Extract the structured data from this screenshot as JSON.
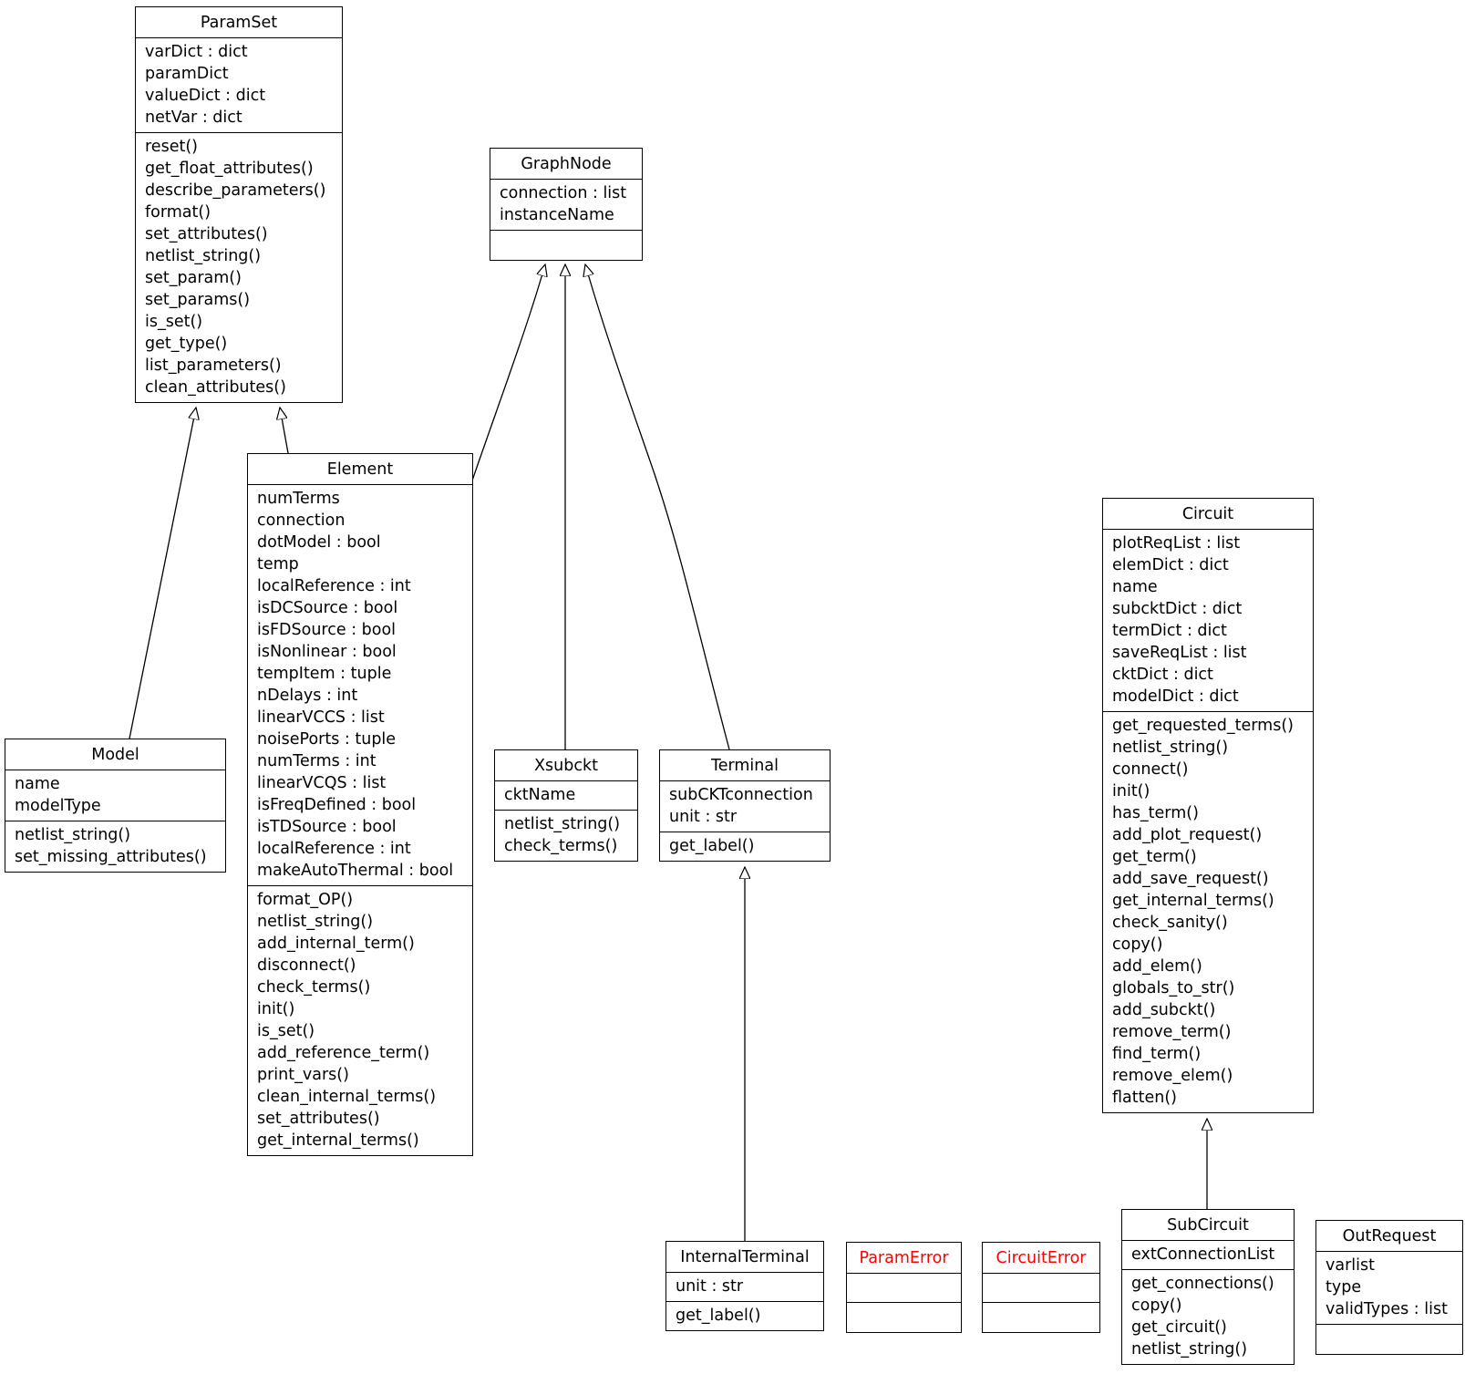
{
  "classes": [
    {
      "id": "ParamSet",
      "name": "ParamSet",
      "exception": false,
      "attributes": [
        "varDict : dict",
        "paramDict",
        "valueDict : dict",
        "netVar : dict"
      ],
      "methods": [
        "reset()",
        "get_float_attributes()",
        "describe_parameters()",
        "format()",
        "set_attributes()",
        "netlist_string()",
        "set_param()",
        "set_params()",
        "is_set()",
        "get_type()",
        "list_parameters()",
        "clean_attributes()"
      ]
    },
    {
      "id": "GraphNode",
      "name": "GraphNode",
      "exception": false,
      "attributes": [
        "connection : list",
        "instanceName"
      ],
      "methods": []
    },
    {
      "id": "Element",
      "name": "Element",
      "exception": false,
      "attributes": [
        "numTerms",
        "connection",
        "dotModel : bool",
        "temp",
        "localReference : int",
        "isDCSource : bool",
        "isFDSource : bool",
        "isNonlinear : bool",
        "tempItem : tuple",
        "nDelays : int",
        "linearVCCS : list",
        "noisePorts : tuple",
        "numTerms : int",
        "linearVCQS : list",
        "isFreqDefined : bool",
        "isTDSource : bool",
        "localReference : int",
        "makeAutoThermal : bool"
      ],
      "methods": [
        "format_OP()",
        "netlist_string()",
        "add_internal_term()",
        "disconnect()",
        "check_terms()",
        "init()",
        "is_set()",
        "add_reference_term()",
        "print_vars()",
        "clean_internal_terms()",
        "set_attributes()",
        "get_internal_terms()"
      ]
    },
    {
      "id": "Model",
      "name": "Model",
      "exception": false,
      "attributes": [
        "name",
        "modelType"
      ],
      "methods": [
        "netlist_string()",
        "set_missing_attributes()"
      ]
    },
    {
      "id": "Xsubckt",
      "name": "Xsubckt",
      "exception": false,
      "attributes": [
        "cktName"
      ],
      "methods": [
        "netlist_string()",
        "check_terms()"
      ]
    },
    {
      "id": "Terminal",
      "name": "Terminal",
      "exception": false,
      "attributes": [
        "subCKTconnection",
        "unit : str"
      ],
      "methods": [
        "get_label()"
      ]
    },
    {
      "id": "Circuit",
      "name": "Circuit",
      "exception": false,
      "attributes": [
        "plotReqList : list",
        "elemDict : dict",
        "name",
        "subcktDict : dict",
        "termDict : dict",
        "saveReqList : list",
        "cktDict : dict",
        "modelDict : dict"
      ],
      "methods": [
        "get_requested_terms()",
        "netlist_string()",
        "connect()",
        "init()",
        "has_term()",
        "add_plot_request()",
        "get_term()",
        "add_save_request()",
        "get_internal_terms()",
        "check_sanity()",
        "copy()",
        "add_elem()",
        "globals_to_str()",
        "add_subckt()",
        "remove_term()",
        "find_term()",
        "remove_elem()",
        "flatten()"
      ]
    },
    {
      "id": "InternalTerminal",
      "name": "InternalTerminal",
      "exception": false,
      "attributes": [
        "unit : str"
      ],
      "methods": [
        "get_label()"
      ]
    },
    {
      "id": "ParamError",
      "name": "ParamError",
      "exception": true,
      "attributes": [],
      "methods": []
    },
    {
      "id": "CircuitError",
      "name": "CircuitError",
      "exception": true,
      "attributes": [],
      "methods": []
    },
    {
      "id": "SubCircuit",
      "name": "SubCircuit",
      "exception": false,
      "attributes": [
        "extConnectionList"
      ],
      "methods": [
        "get_connections()",
        "copy()",
        "get_circuit()",
        "netlist_string()"
      ]
    },
    {
      "id": "OutRequest",
      "name": "OutRequest",
      "exception": false,
      "attributes": [
        "varlist",
        "type",
        "validTypes : list"
      ],
      "methods": []
    }
  ],
  "inheritance": [
    {
      "child": "Model",
      "parent": "ParamSet"
    },
    {
      "child": "Element",
      "parent": "ParamSet"
    },
    {
      "child": "Element",
      "parent": "GraphNode"
    },
    {
      "child": "Xsubckt",
      "parent": "GraphNode"
    },
    {
      "child": "Terminal",
      "parent": "GraphNode"
    },
    {
      "child": "InternalTerminal",
      "parent": "Terminal"
    },
    {
      "child": "SubCircuit",
      "parent": "Circuit"
    }
  ],
  "colors": {
    "line": "#000000",
    "exception_title": "#ff0000",
    "background": "#ffffff"
  }
}
